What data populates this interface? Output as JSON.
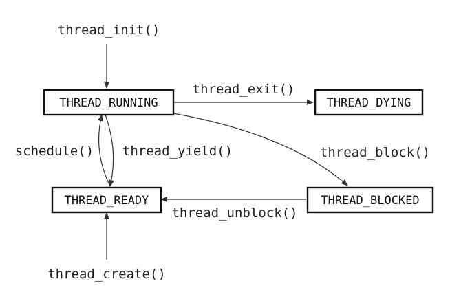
{
  "states": {
    "running": "THREAD_RUNNING",
    "dying": "THREAD_DYING",
    "ready": "THREAD_READY",
    "blocked": "THREAD_BLOCKED"
  },
  "transitions": {
    "init": "thread_init()",
    "exit": "thread_exit()",
    "schedule": "schedule()",
    "yield": "thread_yield()",
    "block": "thread_block()",
    "unblock": "thread_unblock()",
    "create": "thread_create()"
  }
}
